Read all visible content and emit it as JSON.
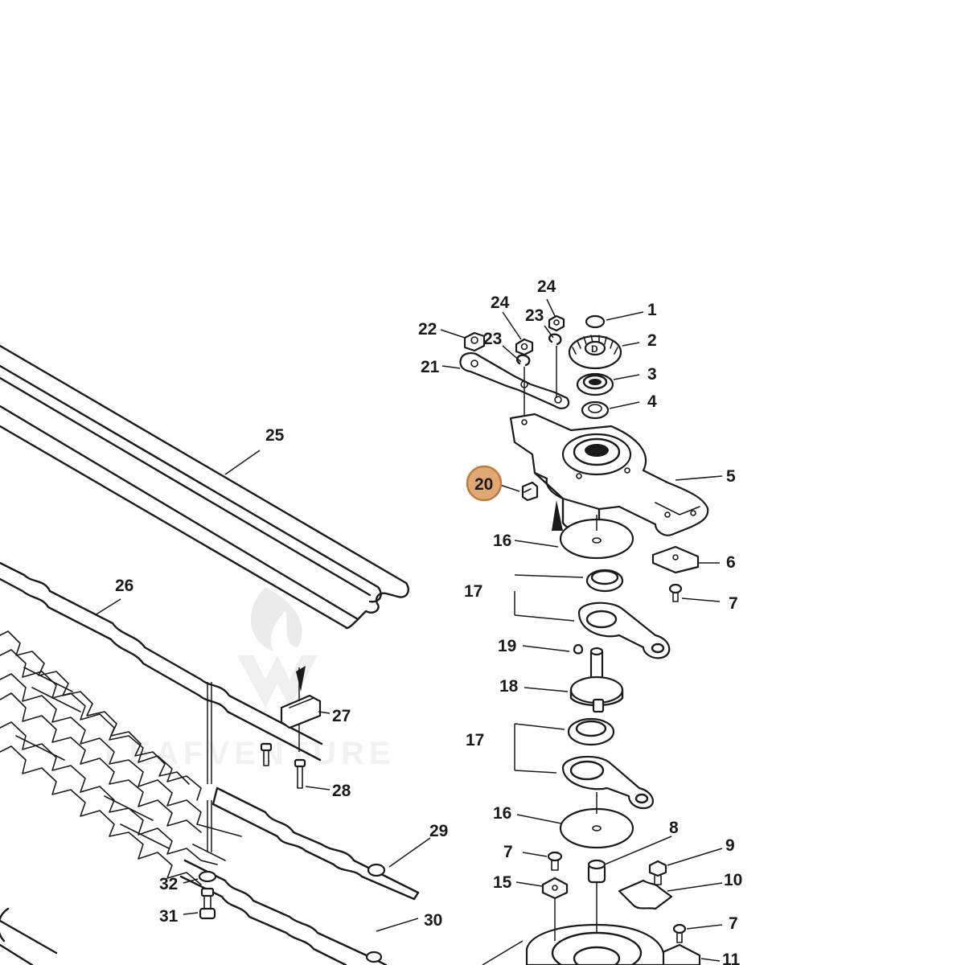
{
  "callouts": {
    "c1": "1",
    "c2": "2",
    "c3": "3",
    "c4": "4",
    "c5": "5",
    "c6": "6",
    "c7a": "7",
    "c7b": "7",
    "c7c": "7",
    "c8": "8",
    "c9": "9",
    "c10": "10",
    "c11": "11",
    "c15": "15",
    "c16a": "16",
    "c16b": "16",
    "c17a": "17",
    "c17b": "17",
    "c18": "18",
    "c19": "19",
    "c20": "20",
    "c21": "21",
    "c22": "22",
    "c23a": "23",
    "c23b": "23",
    "c24a": "24",
    "c24b": "24",
    "c25": "25",
    "c26": "26",
    "c27": "27",
    "c28": "28",
    "c29": "29",
    "c30": "30",
    "c31": "31",
    "c32": "32"
  },
  "highlight": {
    "fill": "#e0a872",
    "stroke": "#c07a3c"
  },
  "watermark": {
    "text": "LEAFVENTURE",
    "color": "#e6e6e6"
  }
}
